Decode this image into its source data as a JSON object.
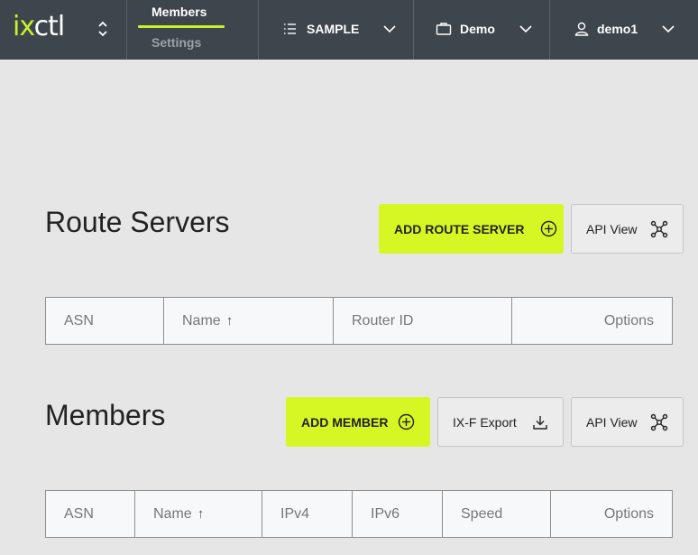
{
  "brand": {
    "logo_ix": "ix",
    "logo_ctl": "ctl"
  },
  "header": {
    "nav": {
      "members_label": "Members",
      "settings_label": "Settings"
    },
    "ix_selector": {
      "label": "SAMPLE",
      "icon": "list-icon"
    },
    "org_selector": {
      "label": "Demo",
      "icon": "briefcase-icon"
    },
    "user_menu": {
      "label": "demo1",
      "icon": "user-icon"
    }
  },
  "route_servers": {
    "title": "Route Servers",
    "add_button": "ADD ROUTE SERVER",
    "api_view_button": "API View",
    "columns": [
      "ASN",
      "Name",
      "Router ID",
      "Options"
    ]
  },
  "members": {
    "title": "Members",
    "add_button": "ADD MEMBER",
    "export_button": "IX-F Export",
    "api_view_button": "API View",
    "columns": [
      "ASN",
      "Name",
      "IPv4",
      "IPv6",
      "Speed",
      "Options"
    ]
  },
  "colors": {
    "accent": "#d6f724",
    "topbar": "#3d454d",
    "background": "#e6e6e6"
  }
}
